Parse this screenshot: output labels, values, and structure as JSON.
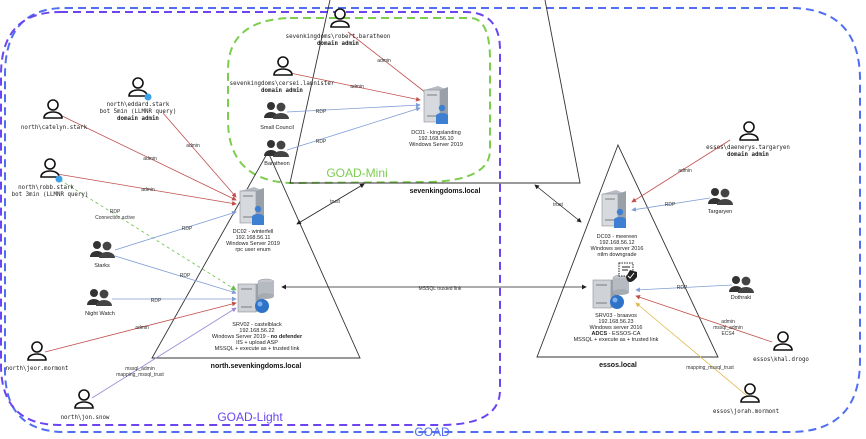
{
  "zones": {
    "goad": {
      "label": "GOAD",
      "color": "#4f6ef2"
    },
    "goad_light": {
      "label": "GOAD-Light",
      "color": "#6a45f0"
    },
    "goad_mini": {
      "label": "GOAD-Mini",
      "color": "#7ccd4e"
    }
  },
  "domains": {
    "sevenkingdoms": "sevenkingdoms.local",
    "north": "north.sevenkingdoms.local",
    "essos": "essos.local"
  },
  "servers": {
    "dc01": {
      "lines": [
        "DC01 - kingslanding",
        "192.168.56.10",
        "Windows Server 2019"
      ]
    },
    "dc02": {
      "lines": [
        "DC02 - winterfell",
        "192.168.56.11",
        "Windows Server 2019",
        "rpc user enum"
      ]
    },
    "dc03": {
      "lines": [
        "DC03 - meereen",
        "192.168.56.12",
        "Windows server 2016",
        "ntlm downgrade"
      ]
    },
    "srv02": {
      "name": "SRV02 - castelblack",
      "ip": "192.168.56.22",
      "os_prefix": "Windows Server 2019 - ",
      "os_bold": "no defender",
      "line4": "IIS + upload ASP",
      "line5": "MSSQL + execute as + trusted link"
    },
    "srv03": {
      "name": "SRV03 - braavos",
      "ip": "192.168.56.23",
      "os": "Windows server 2016",
      "adcs_bold": "ADCS",
      "adcs_rest": " - ESSOS-CA",
      "line5": "MSSQL + execute as + trusted link"
    }
  },
  "users": {
    "robert": {
      "name": "sevenkingdoms\\robert.baratheon",
      "role": "domain admin"
    },
    "cersei": {
      "name": "sevenkingdoms\\cersei.lannister",
      "role": "domain admin"
    },
    "eddard": {
      "name": "north\\eddard.stark",
      "bot": "bot 5min (LLMNR query)",
      "role": "domain admin"
    },
    "catelyn": {
      "name": "north\\catelyn.stark"
    },
    "robb": {
      "name": "north\\robb.stark",
      "bot": "bot 3min (LLMNR query)"
    },
    "jeor": {
      "name": "north\\jeor.mormont"
    },
    "jon": {
      "name": "north\\jon.snow"
    },
    "daenerys": {
      "name": "essos\\daenerys.targaryen",
      "role": "domain admin"
    },
    "khal": {
      "name": "essos\\khal.drogo"
    },
    "jorah": {
      "name": "essos\\jorah.mormont"
    }
  },
  "groups": {
    "small_council": "Small Council",
    "baratheon": "Baratheon",
    "starks": "Starks",
    "night_watch": "Night Watch",
    "targaryen": "Targaryen",
    "dothraki": "Dothraki"
  },
  "links": {
    "admin": "admin",
    "rdp": "RDP",
    "trust": "trust",
    "mssql_trusted_link": "MSSQL trusted link",
    "rdp_active_1": "RDP",
    "rdp_active_2": "Connection active",
    "jon_1": "mssql_admin",
    "jon_2": "mapping_mssql_trust",
    "khal_1": "admin",
    "khal_2": "mssql_admin",
    "khal_3": "ECS4",
    "jorah_1": "mapping_mssql_trust"
  },
  "colors": {
    "admin": "#c0504d",
    "rdp": "#7f9ed6",
    "rdp_active": "#6bbf4a",
    "mssql": "#9b87d4",
    "mapping": "#e0b84a",
    "trust": "#333333"
  }
}
